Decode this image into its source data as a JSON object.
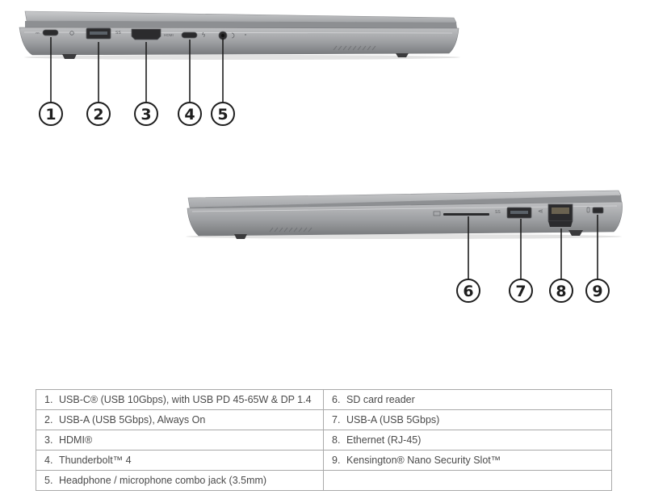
{
  "diagram": {
    "left_side": {
      "callouts": [
        "1",
        "2",
        "3",
        "4",
        "5"
      ],
      "port_labels": {
        "usbc_icon": "⎓",
        "usba_icon": "SS",
        "hdmi": "HDMI",
        "thunderbolt_icon": "ϟ"
      }
    },
    "right_side": {
      "callouts": [
        "6",
        "7",
        "8",
        "9"
      ],
      "port_labels": {
        "usba_icon": "SS",
        "ethernet_icon": "⋖"
      }
    }
  },
  "ports_table": [
    {
      "left": {
        "num": "1.",
        "text": "USB-C® (USB 10Gbps), with USB PD 45-65W & DP 1.4"
      },
      "right": {
        "num": "6.",
        "text": "SD card reader"
      }
    },
    {
      "left": {
        "num": "2.",
        "text": "USB-A (USB 5Gbps), Always On"
      },
      "right": {
        "num": "7.",
        "text": "USB-A (USB 5Gbps)"
      }
    },
    {
      "left": {
        "num": "3.",
        "text": "HDMI®"
      },
      "right": {
        "num": "8.",
        "text": "Ethernet (RJ-45)"
      }
    },
    {
      "left": {
        "num": "4.",
        "text": "Thunderbolt™ 4"
      },
      "right": {
        "num": "9.",
        "text": "Kensington® Nano Security Slot™"
      }
    },
    {
      "left": {
        "num": "5.",
        "text": "Headphone / microphone combo jack (3.5mm)"
      },
      "right": {
        "num": "",
        "text": ""
      }
    }
  ]
}
